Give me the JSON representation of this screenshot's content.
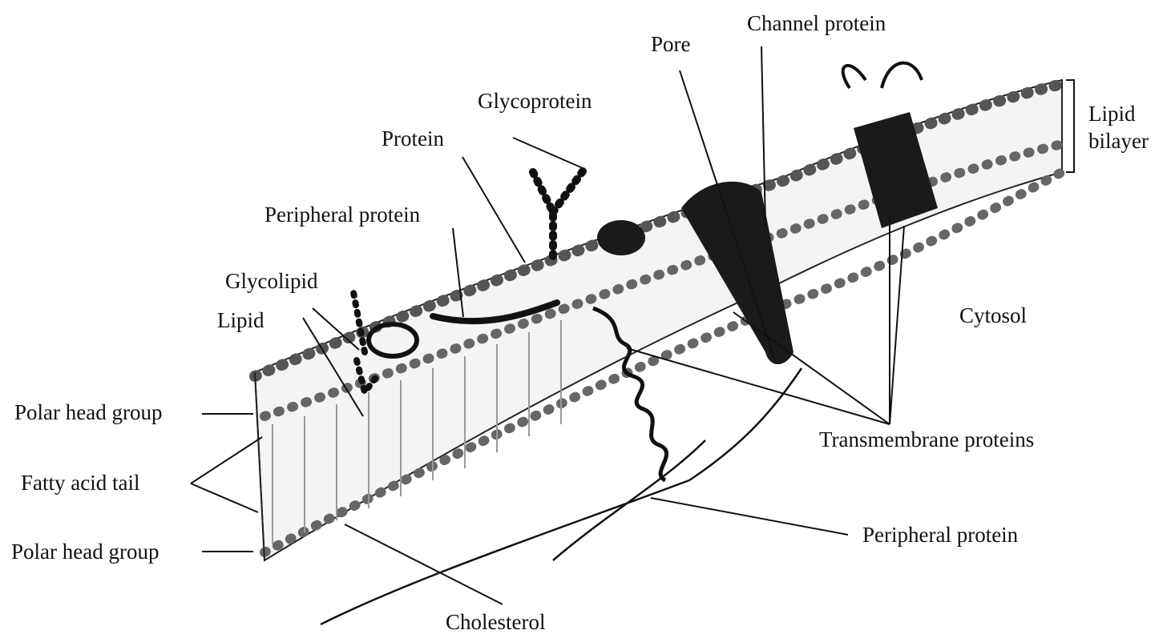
{
  "labels": {
    "channel_protein": "Channel protein",
    "pore": "Pore",
    "glycoprotein": "Glycoprotein",
    "protein": "Protein",
    "peripheral_protein_top": "Peripheral protein",
    "glycolipid": "Glycolipid",
    "lipid": "Lipid",
    "lipid_bilayer_line1": "Lipid",
    "lipid_bilayer_line2": "bilayer",
    "cytosol": "Cytosol",
    "polar_head_group_top": "Polar head group",
    "fatty_acid_tail": "Fatty acid tail",
    "polar_head_group_bottom": "Polar head group",
    "transmembrane_proteins": "Transmembrane proteins",
    "peripheral_protein_bottom": "Peripheral protein",
    "cholesterol": "Cholesterol"
  },
  "colors": {
    "ink": "#111111",
    "membrane_fill": "#f4f4f4",
    "protein_fill": "#1a1a1a"
  }
}
